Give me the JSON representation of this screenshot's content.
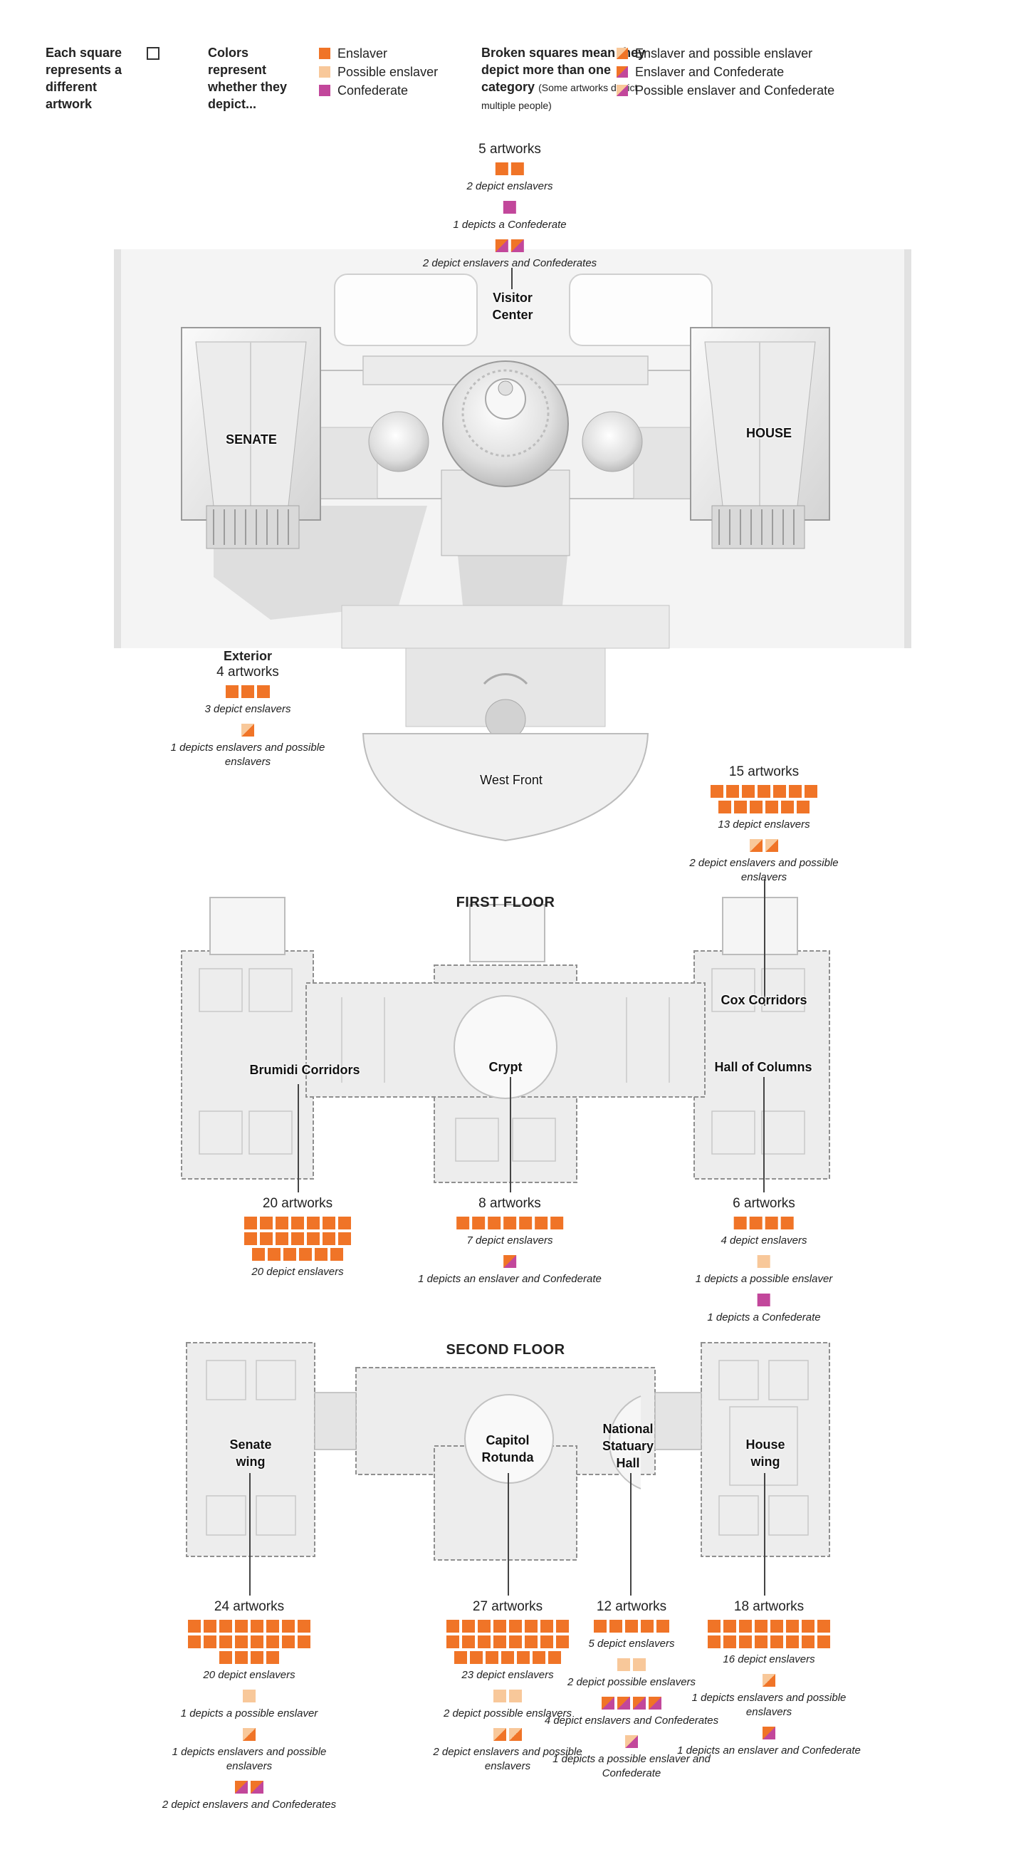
{
  "colors": {
    "enslaver": "#f07427",
    "possible": "#f8c89a",
    "confederate": "#c2479b",
    "building_dark": "#c9c9c9",
    "building_light": "#f0f0f0"
  },
  "legend": {
    "each_square": "Each square represents a different artwork",
    "colors_title": "Colors represent whether they depict...",
    "items": [
      {
        "label": "Enslaver",
        "code": "E"
      },
      {
        "label": "Possible enslaver",
        "code": "P"
      },
      {
        "label": "Confederate",
        "code": "C"
      }
    ],
    "broken_title": "Broken squares mean they depict more than one category",
    "broken_note": "(Some artworks depict multiple people)",
    "broken_items": [
      {
        "label": "Enslaver and possible enslaver",
        "code": "EP"
      },
      {
        "label": "Enslaver and Confederate",
        "code": "EC"
      },
      {
        "label": "Possible enslaver and Confederate",
        "code": "PC"
      }
    ]
  },
  "sections": {
    "first_floor": "FIRST FLOOR",
    "second_floor": "SECOND FLOOR"
  },
  "map_labels": {
    "visitor_center": "Visitor\nCenter",
    "senate": "SENATE",
    "house": "HOUSE",
    "west_front": "West Front",
    "cox_corridors": "Cox Corridors",
    "brumidi": "Brumidi Corridors",
    "crypt": "Crypt",
    "hall_of_columns": "Hall of Columns",
    "senate_wing": "Senate\nwing",
    "capitol_rotunda": "Capitol\nRotunda",
    "statuary_hall": "National\nStatuary\nHall",
    "house_wing": "House\nwing"
  },
  "groups": [
    {
      "id": "visitor-center",
      "heading": "",
      "count": "5 artworks",
      "subgroups": [
        {
          "codes": [
            "E",
            "E"
          ],
          "caption": "2 depict enslavers"
        },
        {
          "codes": [
            "C"
          ],
          "caption": "1 depicts a Confederate"
        },
        {
          "codes": [
            "EC",
            "EC"
          ],
          "caption": "2 depict enslavers and Confederates"
        }
      ]
    },
    {
      "id": "exterior",
      "heading": "Exterior",
      "count": "4 artworks",
      "subgroups": [
        {
          "codes": [
            "E",
            "E",
            "E"
          ],
          "caption": "3 depict enslavers"
        },
        {
          "codes": [
            "EP"
          ],
          "caption": "1 depicts enslavers and possible enslavers"
        }
      ]
    },
    {
      "id": "cox-corridors",
      "heading": "",
      "count": "15 artworks",
      "subgroups": [
        {
          "codes": [
            "E",
            "E",
            "E",
            "E",
            "E",
            "E",
            "E",
            "E",
            "E",
            "E",
            "E",
            "E",
            "E"
          ],
          "caption": "13 depict enslavers"
        },
        {
          "codes": [
            "EP",
            "EP"
          ],
          "caption": "2 depict enslavers and possible enslavers"
        }
      ]
    },
    {
      "id": "brumidi-corridors",
      "heading": "",
      "count": "20 artworks",
      "subgroups": [
        {
          "codes": [
            "E",
            "E",
            "E",
            "E",
            "E",
            "E",
            "E",
            "E",
            "E",
            "E",
            "E",
            "E",
            "E",
            "E",
            "E",
            "E",
            "E",
            "E",
            "E",
            "E"
          ],
          "caption": "20 depict enslavers"
        }
      ]
    },
    {
      "id": "crypt",
      "heading": "",
      "count": "8 artworks",
      "subgroups": [
        {
          "codes": [
            "E",
            "E",
            "E",
            "E",
            "E",
            "E",
            "E"
          ],
          "caption": "7 depict enslavers"
        },
        {
          "codes": [
            "EC"
          ],
          "caption": "1 depicts an enslaver and Confederate"
        }
      ]
    },
    {
      "id": "hall-of-columns",
      "heading": "",
      "count": "6 artworks",
      "subgroups": [
        {
          "codes": [
            "E",
            "E",
            "E",
            "E"
          ],
          "caption": "4 depict enslavers"
        },
        {
          "codes": [
            "P"
          ],
          "caption": "1 depicts a possible enslaver"
        },
        {
          "codes": [
            "C"
          ],
          "caption": "1 depicts a Confederate"
        }
      ]
    },
    {
      "id": "senate-wing",
      "heading": "",
      "count": "24 artworks",
      "subgroups": [
        {
          "codes": [
            "E",
            "E",
            "E",
            "E",
            "E",
            "E",
            "E",
            "E",
            "E",
            "E",
            "E",
            "E",
            "E",
            "E",
            "E",
            "E",
            "E",
            "E",
            "E",
            "E"
          ],
          "caption": "20 depict enslavers"
        },
        {
          "codes": [
            "P"
          ],
          "caption": "1 depicts a possible enslaver"
        },
        {
          "codes": [
            "EP"
          ],
          "caption": "1 depicts enslavers and possible enslavers"
        },
        {
          "codes": [
            "EC",
            "EC"
          ],
          "caption": "2 depict enslavers and Confederates"
        }
      ]
    },
    {
      "id": "capitol-rotunda",
      "heading": "",
      "count": "27 artworks",
      "subgroups": [
        {
          "codes": [
            "E",
            "E",
            "E",
            "E",
            "E",
            "E",
            "E",
            "E",
            "E",
            "E",
            "E",
            "E",
            "E",
            "E",
            "E",
            "E",
            "E",
            "E",
            "E",
            "E",
            "E",
            "E",
            "E"
          ],
          "caption": "23 depict enslavers"
        },
        {
          "codes": [
            "P",
            "P"
          ],
          "caption": "2 depict possible enslavers"
        },
        {
          "codes": [
            "EP",
            "EP"
          ],
          "caption": "2 depict enslavers and possible enslavers"
        }
      ]
    },
    {
      "id": "statuary-hall",
      "heading": "",
      "count": "12 artworks",
      "subgroups": [
        {
          "codes": [
            "E",
            "E",
            "E",
            "E",
            "E"
          ],
          "caption": "5 depict enslavers"
        },
        {
          "codes": [
            "P",
            "P"
          ],
          "caption": "2 depict possible enslavers"
        },
        {
          "codes": [
            "EC",
            "EC",
            "EC",
            "EC"
          ],
          "caption": "4 depict enslavers and Confederates"
        },
        {
          "codes": [
            "PC"
          ],
          "caption": "1 depicts a possible enslaver and Confederate"
        }
      ]
    },
    {
      "id": "house-wing",
      "heading": "",
      "count": "18 artworks",
      "subgroups": [
        {
          "codes": [
            "E",
            "E",
            "E",
            "E",
            "E",
            "E",
            "E",
            "E",
            "E",
            "E",
            "E",
            "E",
            "E",
            "E",
            "E",
            "E"
          ],
          "caption": "16 depict enslavers"
        },
        {
          "codes": [
            "EP"
          ],
          "caption": "1 depicts enslavers and possible enslavers"
        },
        {
          "codes": [
            "EC"
          ],
          "caption": "1 depicts an enslaver and Confederate"
        }
      ]
    }
  ]
}
